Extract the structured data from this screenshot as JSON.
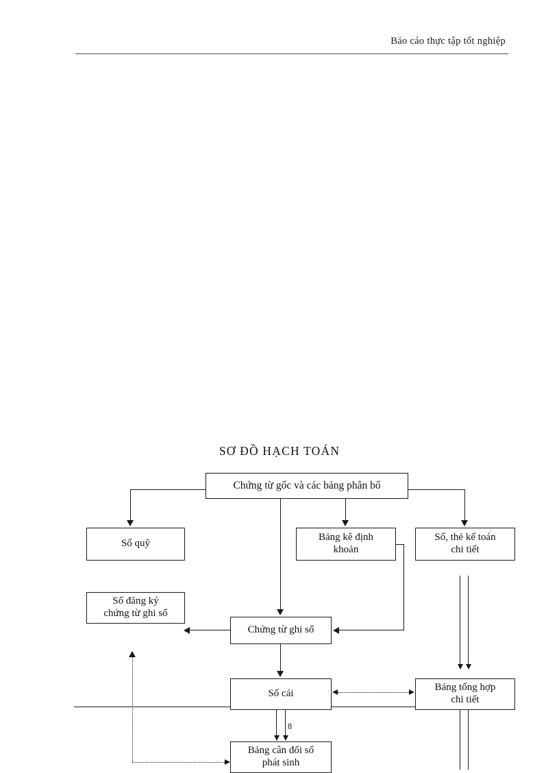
{
  "header": {
    "running_title": "Báo cáo thực tập tốt nghiệp"
  },
  "page_number": "8",
  "diagram": {
    "title": "SƠ ĐỒ HẠCH TOÁN",
    "nodes": {
      "source_documents": "Chứng từ gốc và các bảng phân bổ",
      "cash_book": "Sổ quỹ",
      "entry_list_line1": "Bảng kê định",
      "entry_list_line2": "khoản",
      "detail_book_line1": "Sổ, thẻ kế toán",
      "detail_book_line2": "chi tiết",
      "register_line1": "Sổ đăng ký",
      "register_line2": "chứng từ ghi sổ",
      "voucher": "Chứng từ ghi sổ",
      "ledger": "Sổ cái",
      "summary_line1": "Bảng tổng hợp",
      "summary_line2": "chi tiết",
      "balance_line1": "Bảng cân đối số",
      "balance_line2": "phát sinh"
    }
  },
  "colors": {
    "ink": "#1a1a1a",
    "rule": "#4a4a4a",
    "page": "#ffffff"
  }
}
